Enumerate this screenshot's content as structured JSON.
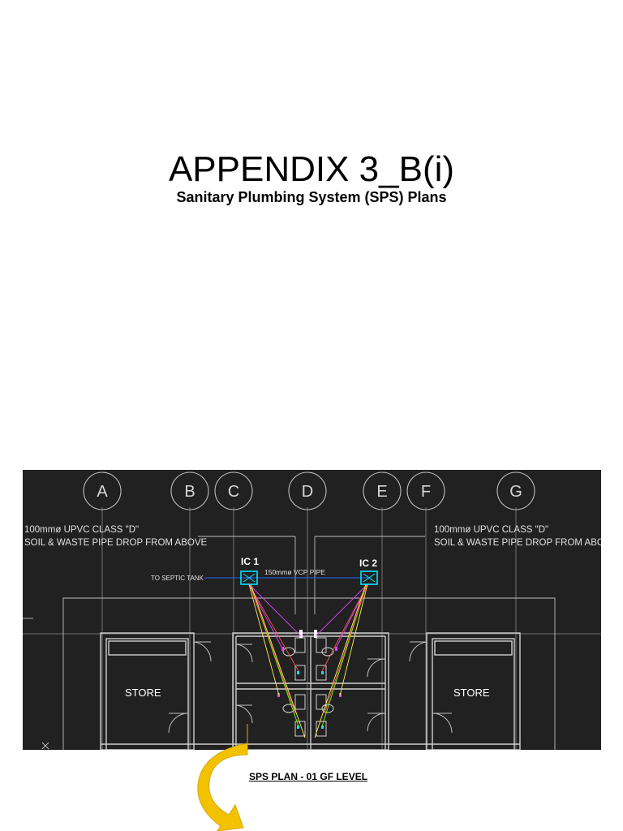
{
  "header": {
    "title": "APPENDIX 3_B(i)",
    "subtitle": "Sanitary Plumbing System (SPS) Plans"
  },
  "drawing": {
    "grid_labels": [
      "A",
      "B",
      "C",
      "D",
      "E",
      "F",
      "G"
    ],
    "note_left": [
      "100mmø UPVC CLASS \"D\"",
      "SOIL & WASTE PIPE DROP FROM ABOVE"
    ],
    "note_right": [
      "100mmø UPVC CLASS \"D\"",
      "SOIL & WASTE PIPE DROP FROM ABOVE"
    ],
    "ic_labels": [
      "IC 1",
      "IC 2"
    ],
    "pipe_label": "150mmø VCP PIPE",
    "septic_label": "TO SEPTIC TANK",
    "store_left": "STORE",
    "store_right": "STORE",
    "colors": {
      "background": "#212121",
      "lines": "#bdbdbd",
      "chamber": "#00e5ff",
      "pipe_magenta": "#e040fb",
      "pipe_red": "#ff5252",
      "pipe_yellow": "#ffee58",
      "pipe_green": "#76ff03",
      "pipe_blue": "#2962ff"
    }
  },
  "caption": "SPS PLAN - 01 GF LEVEL",
  "arrow_color": "#f2c200"
}
